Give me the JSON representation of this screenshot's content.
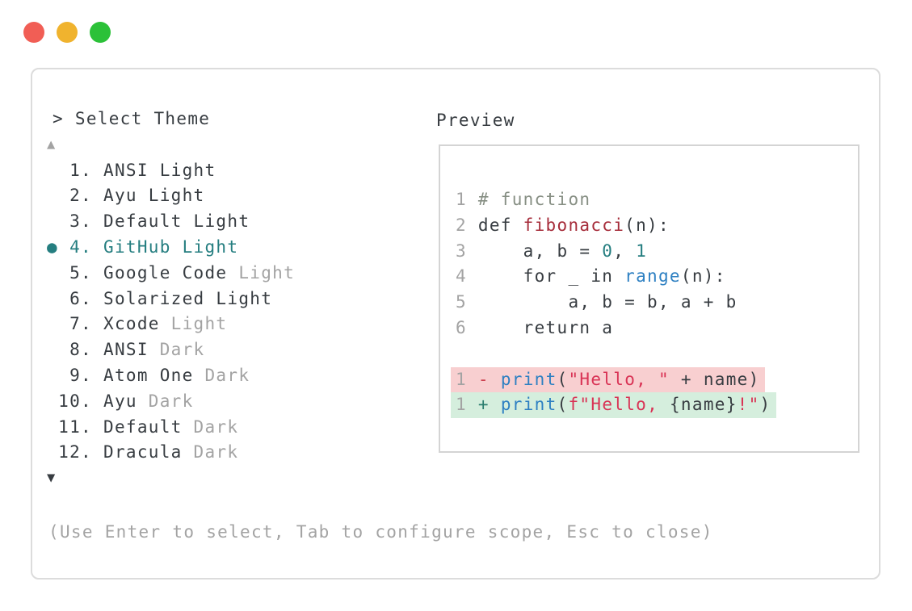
{
  "colors": {
    "ink": "#373c41",
    "dim": "#a3a3a3",
    "teal": "#257e80",
    "blue": "#2e80c2",
    "dark_red": "#a62c3a",
    "crimson": "#d93355",
    "green_plus": "#2a7d6e",
    "red_minus": "#cc3f4e",
    "comment": "#878f84",
    "bg_removed": "#f8cfd0",
    "bg_added": "#d5eedd",
    "border": "#dcdcdc",
    "border_inner": "#d4d4d4",
    "light_red": "#f15e55",
    "light_yellow": "#f0b32e",
    "light_green": "#2bc138"
  },
  "selector": {
    "prompt": "> Select Theme",
    "scroll_up_icon": "▲",
    "scroll_down_icon": "▼",
    "bullet_icon": "●",
    "items": [
      {
        "number": "1",
        "main": "ANSI Light",
        "dim": "",
        "selected": false
      },
      {
        "number": "2",
        "main": "Ayu Light",
        "dim": "",
        "selected": false
      },
      {
        "number": "3",
        "main": "Default Light",
        "dim": "",
        "selected": false
      },
      {
        "number": "4",
        "main": "GitHub Light",
        "dim": "",
        "selected": true
      },
      {
        "number": "5",
        "main": "Google Code",
        "dim": "Light",
        "selected": false
      },
      {
        "number": "6",
        "main": "Solarized Light",
        "dim": "",
        "selected": false
      },
      {
        "number": "7",
        "main": "Xcode",
        "dim": "Light",
        "selected": false
      },
      {
        "number": "8",
        "main": "ANSI",
        "dim": "Dark",
        "selected": false
      },
      {
        "number": "9",
        "main": "Atom One",
        "dim": "Dark",
        "selected": false
      },
      {
        "number": "10",
        "main": "Ayu",
        "dim": "Dark",
        "selected": false
      },
      {
        "number": "11",
        "main": "Default",
        "dim": "Dark",
        "selected": false
      },
      {
        "number": "12",
        "main": "Dracula",
        "dim": "Dark",
        "selected": false
      }
    ]
  },
  "preview": {
    "label": "Preview",
    "lines": [
      {
        "bg": "",
        "tokens": [
          [
            "n",
            "1"
          ],
          [
            "p",
            " "
          ],
          [
            "c",
            "# function"
          ]
        ]
      },
      {
        "bg": "",
        "tokens": [
          [
            "n",
            "2"
          ],
          [
            "p",
            " def "
          ],
          [
            "f",
            "fibonacci"
          ],
          [
            "p",
            "(n):"
          ]
        ]
      },
      {
        "bg": "",
        "tokens": [
          [
            "n",
            "3"
          ],
          [
            "p",
            "     a, b = "
          ],
          [
            "t",
            "0"
          ],
          [
            "p",
            ", "
          ],
          [
            "t",
            "1"
          ]
        ]
      },
      {
        "bg": "",
        "tokens": [
          [
            "n",
            "4"
          ],
          [
            "p",
            "     for _ in "
          ],
          [
            "b",
            "range"
          ],
          [
            "p",
            "(n):"
          ]
        ]
      },
      {
        "bg": "",
        "tokens": [
          [
            "n",
            "5"
          ],
          [
            "p",
            "         a, b = b, a + b"
          ]
        ]
      },
      {
        "bg": "",
        "tokens": [
          [
            "n",
            "6"
          ],
          [
            "p",
            "     return a"
          ]
        ]
      },
      {
        "bg": "",
        "tokens": []
      },
      {
        "bg": "removed",
        "tokens": [
          [
            "n",
            "1"
          ],
          [
            "p",
            " "
          ],
          [
            "m",
            "-"
          ],
          [
            "p",
            " "
          ],
          [
            "b",
            "print"
          ],
          [
            "p",
            "("
          ],
          [
            "s",
            "\"Hello, \""
          ],
          [
            "p",
            " + name)"
          ]
        ]
      },
      {
        "bg": "added",
        "tokens": [
          [
            "n",
            "1"
          ],
          [
            "p",
            " "
          ],
          [
            "a",
            "+"
          ],
          [
            "p",
            " "
          ],
          [
            "b",
            "print"
          ],
          [
            "p",
            "("
          ],
          [
            "s",
            "f\"Hello, "
          ],
          [
            "p",
            "{name}"
          ],
          [
            "s",
            "!\""
          ],
          [
            "p",
            ")"
          ]
        ]
      }
    ]
  },
  "footer": {
    "hint": "(Use Enter to select, Tab to configure scope, Esc to close)"
  }
}
